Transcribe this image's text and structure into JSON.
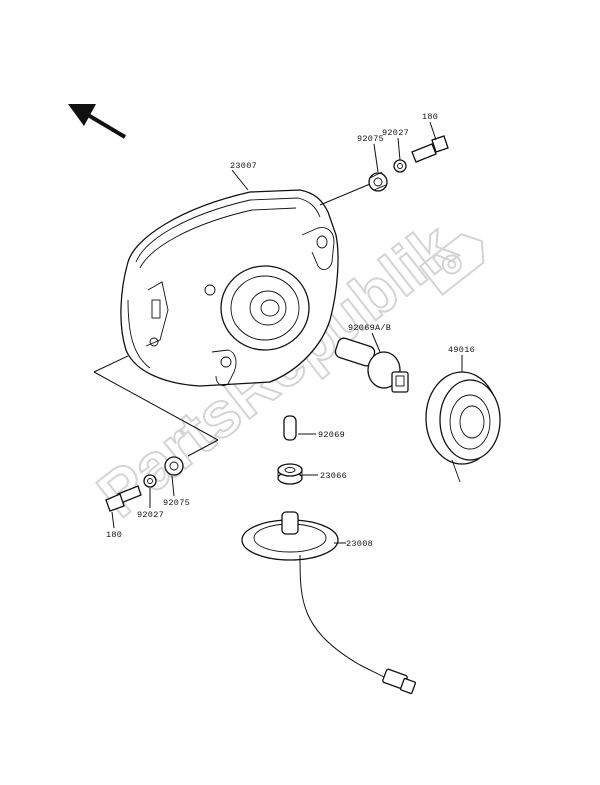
{
  "watermark": {
    "text": "PartsRepublik",
    "icon": "gear-icon"
  },
  "direction_icon": "arrow-up-left-icon",
  "labels": {
    "headlight": "23007",
    "grommet_top": "92075",
    "washer_top": "92027",
    "bolt_top": "180",
    "bulb": "92069A/B",
    "rim": "49016",
    "small_bulb": "92069",
    "grommet_small": "23066",
    "socket": "23008",
    "grommet_bottom": "92075",
    "washer_bottom": "92027",
    "bolt_bottom": "180"
  },
  "colors": {
    "line": "#111111",
    "watermark": "#d4d4d4",
    "background": "#ffffff"
  }
}
